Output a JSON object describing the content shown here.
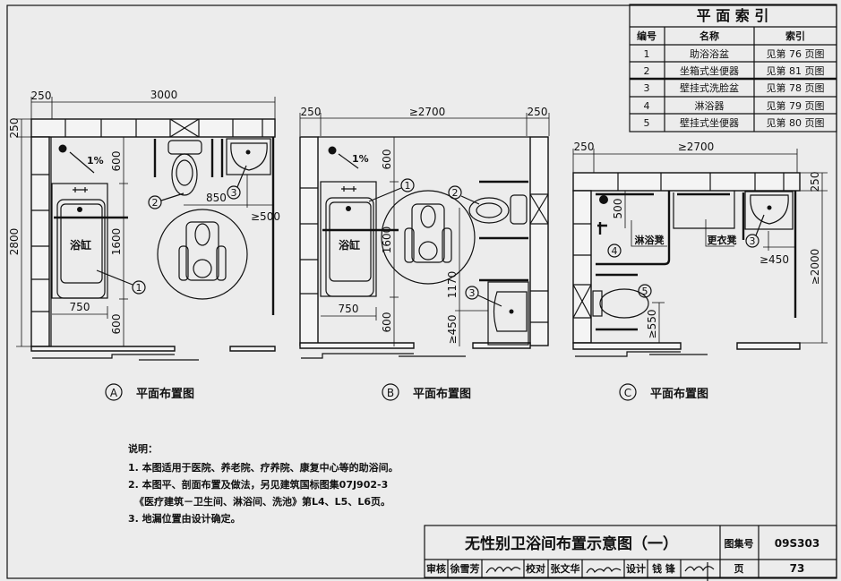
{
  "index_table": {
    "title": "平 面 索 引",
    "headers": [
      "编号",
      "名称",
      "索引"
    ],
    "rows": [
      {
        "no": "1",
        "name": "助浴浴盆",
        "ref": "见第 76 页图"
      },
      {
        "no": "2",
        "name": "坐箱式坐便器",
        "ref": "见第 81 页图"
      },
      {
        "no": "3",
        "name": "壁挂式洗脸盆",
        "ref": "见第 78 页图"
      },
      {
        "no": "4",
        "name": "淋浴器",
        "ref": "见第 79 页图"
      },
      {
        "no": "5",
        "name": "壁挂式坐便器",
        "ref": "见第 80 页图"
      }
    ]
  },
  "plan_a": {
    "letter": "A",
    "caption": "平面布置图",
    "dims": {
      "wall": "250",
      "width": "3000",
      "top_wall": "250",
      "height": "2800",
      "d600a": "600",
      "d1600": "1600",
      "d600b": "600",
      "tub_w": "750",
      "d850": "850",
      "d500": "≥500"
    },
    "slope": "1%",
    "tub_label": "浴缸",
    "callouts": [
      "1",
      "2",
      "3"
    ]
  },
  "plan_b": {
    "letter": "B",
    "caption": "平面布置图",
    "dims": {
      "wall_l": "250",
      "width": "≥2700",
      "wall_r": "250",
      "d600a": "600",
      "d1600": "1600",
      "d600b": "600",
      "tub_w": "750",
      "d1170": "1170",
      "d450": "≥450"
    },
    "slope": "1%",
    "tub_label": "浴缸",
    "callouts": [
      "1",
      "2",
      "3"
    ]
  },
  "plan_c": {
    "letter": "C",
    "caption": "平面布置图",
    "dims": {
      "wall": "250",
      "width": "≥2700",
      "top_wall": "250",
      "height": "≥2000",
      "d500": "500",
      "d450": "≥450",
      "d550": "≥550"
    },
    "shower_bench": "淋浴凳",
    "change_bench": "更衣凳",
    "callouts": [
      "3",
      "4",
      "5"
    ]
  },
  "notes": {
    "title": "说明：",
    "items": [
      "1. 本图适用于医院、养老院、疗养院、康复中心等的助浴间。",
      "2. 本图平、剖面布置及做法，另见建筑国标图集07J902-3",
      "《医疗建筑－卫生间、淋浴间、洗池》第L4、L5、L6页。",
      "3. 地漏位置由设计确定。"
    ]
  },
  "title_block": {
    "title": "无性别卫浴间布置示意图（一）",
    "atlas_label": "图集号",
    "atlas_no": "09S303",
    "review_label": "审核",
    "reviewer": "徐雪芳",
    "check_label": "校对",
    "checker": "张文华",
    "design_label": "设计",
    "designer": "钱 锋",
    "page_label": "页",
    "page_no": "73"
  }
}
